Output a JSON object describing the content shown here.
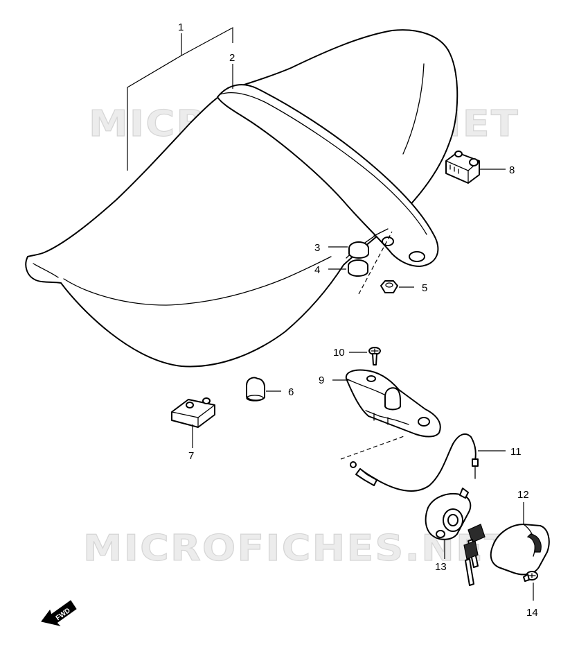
{
  "watermark": "MICROFICHES.NET",
  "direction_label": "FWD",
  "callouts": {
    "c1": "1",
    "c2": "2",
    "c3": "3",
    "c4": "4",
    "c5": "5",
    "c6": "6",
    "c7": "7",
    "c8": "8",
    "c9": "9",
    "c10": "10",
    "c11": "11",
    "c12": "12",
    "c13": "13",
    "c14": "14"
  }
}
